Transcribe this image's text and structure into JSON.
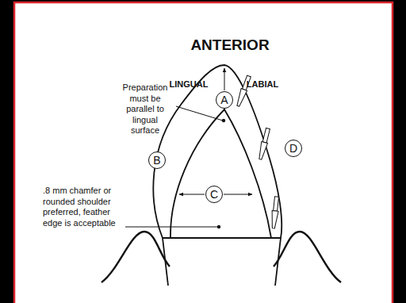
{
  "diagram": {
    "title": "ANTERIOR",
    "nodes": [
      {
        "text": [
          "A"
        ]
      },
      {
        "text": [
          "B"
        ]
      },
      {
        "text": [
          "C"
        ]
      },
      {
        "text": [
          "D"
        ]
      }
    ],
    "labels": [
      "LINGUAL",
      "LABIAL",
      "Preparation must be parallel to lingual surface",
      ".8 mm chamfer or rounded shoulder preferred, feather edge is acceptable"
    ]
  }
}
